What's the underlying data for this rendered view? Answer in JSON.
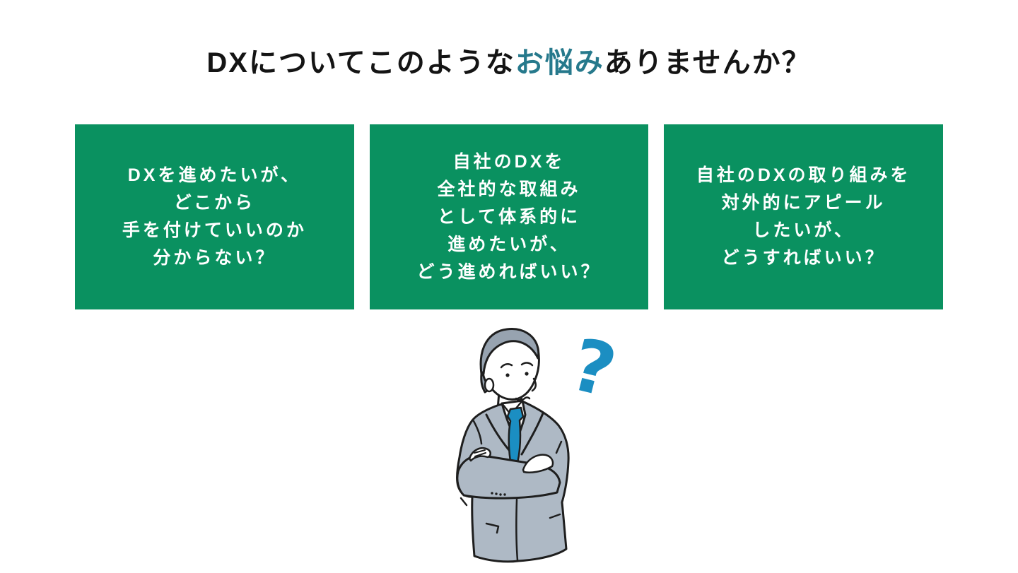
{
  "colors": {
    "green": "#0A9160",
    "teal": "#26798C",
    "blue": "#1B8EC2",
    "suit": "#AEB9C5",
    "hair": "#97A3B0",
    "ink": "#1E1E1E",
    "white": "#FFFFFF"
  },
  "title": {
    "prefix": "DXについてこのような",
    "highlight": "お悩み",
    "suffix": "ありませんか？"
  },
  "cards": [
    {
      "lines": [
        "DXを進めたいが、",
        "どこから",
        "手を付けていいのか",
        "分からない？"
      ]
    },
    {
      "lines": [
        "自社のDXを",
        "全社的な取組み",
        "として体系的に",
        "進めたいが、",
        "どう進めればいい？"
      ]
    },
    {
      "lines": [
        "自社のDXの取り組みを",
        "対外的にアピール",
        "したいが、",
        "どうすればいい？"
      ]
    }
  ],
  "illustration": {
    "description": "worried businessman in gray suit with crossed arms and question mark",
    "question_mark": "?"
  }
}
